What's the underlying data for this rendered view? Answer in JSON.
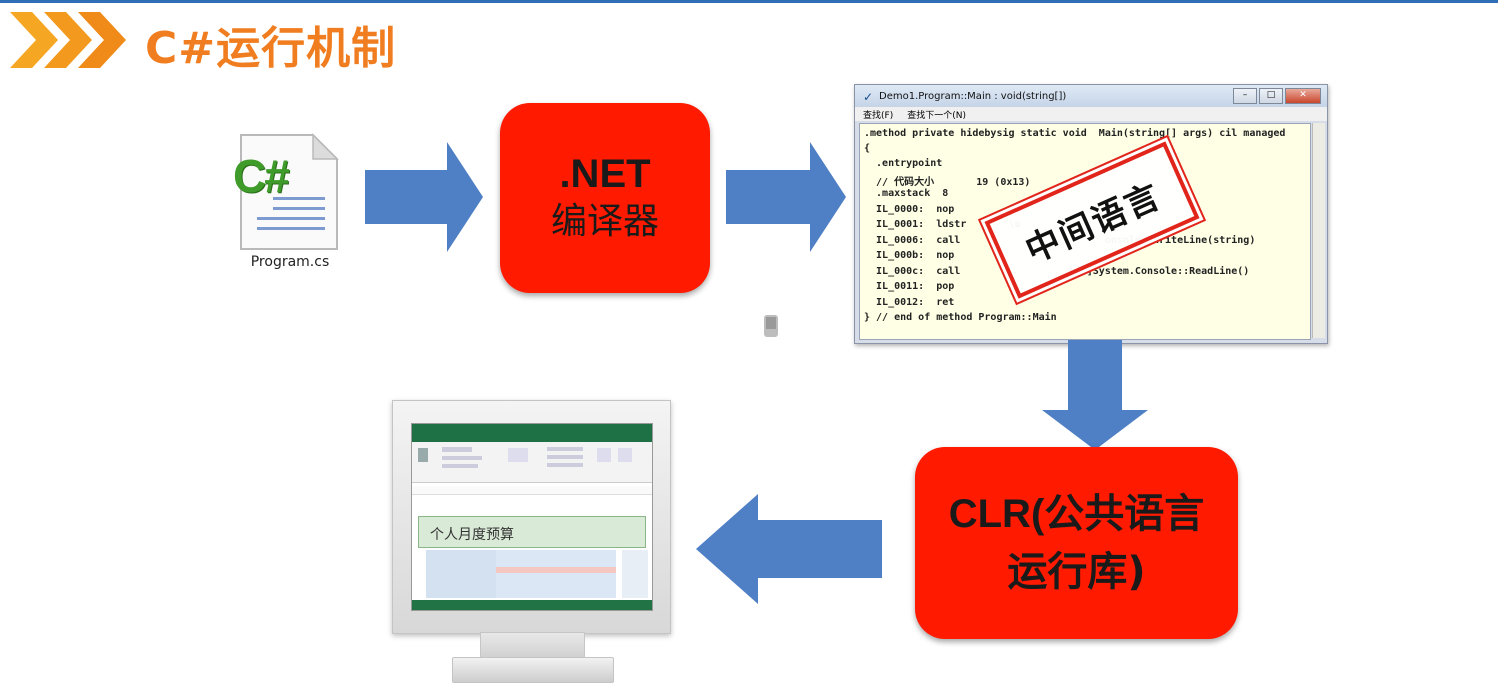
{
  "title": "C#运行机制",
  "colors": {
    "accent": "#f07d1f",
    "arrow": "#4f7fc4",
    "box": "#ff1a00",
    "stamp": "#e1251b"
  },
  "source_file": {
    "icon": "csharp-file-icon",
    "label": "Program.cs",
    "glyph": "C#"
  },
  "compiler": {
    "line1": ".NET",
    "line2": "编译器"
  },
  "il_window": {
    "title": "Demo1.Program::Main : void(string[])",
    "menu": [
      "查找(F)",
      "查找下一个(N)"
    ],
    "code": [
      ".method private hidebysig static void  Main(string[] args) cil managed",
      "{",
      "  .entrypoint",
      "  // 代码大小       19 (0x13)",
      "  .maxstack  8",
      "  IL_0000:  nop",
      "  IL_0001:  ldstr      \"\\u",
      "  IL_0006:  call                        onsole::WriteLine(string)",
      "  IL_000b:  nop",
      "  IL_000c:  call                  lib]System.Console::ReadLine()",
      "  IL_0011:  pop",
      "  IL_0012:  ret",
      "} // end of method Program::Main"
    ],
    "stamp": "中间语言"
  },
  "clr": {
    "line1": "CLR(公共语言",
    "line2": "运行库)"
  },
  "monitor": {
    "icon": "monitor-icon",
    "sheet_title": "个人月度预算"
  }
}
